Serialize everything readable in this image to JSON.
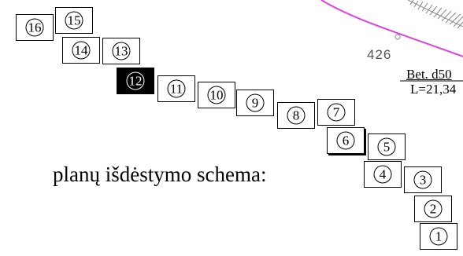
{
  "sheets": [
    "16",
    "15",
    "14",
    "13",
    "12",
    "11",
    "10",
    "9",
    "8",
    "7",
    "6",
    "5",
    "4",
    "3",
    "2",
    "1"
  ],
  "selected_sheet": "12",
  "caption": "planų išdėstymo schema:",
  "contour_label": "426",
  "pipe_label": {
    "name": "Bet. d50",
    "length": "L=21,34"
  },
  "colors": {
    "selected_fill": "#000000",
    "contour_line": "#e040e0",
    "hatch": "#888888"
  }
}
